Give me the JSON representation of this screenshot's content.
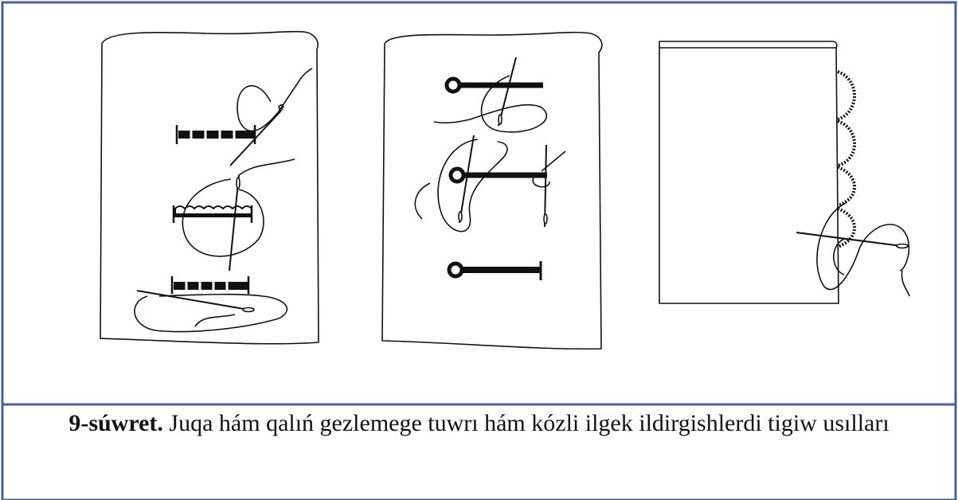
{
  "figure": {
    "caption_label": "9-súwret.",
    "caption_text": "Juqa hám qalıń gezlemege tuwrı hám  kózli ilgek ildirgishlerdi tigiw usılları"
  },
  "colors": {
    "frame_border": "#4a5f9a",
    "ink": "#111111"
  },
  "icons": {
    "panels": [
      "fabric-panel-hooks",
      "fabric-panel-eyes",
      "fabric-panel-edge"
    ],
    "needle": "needle-icon"
  }
}
